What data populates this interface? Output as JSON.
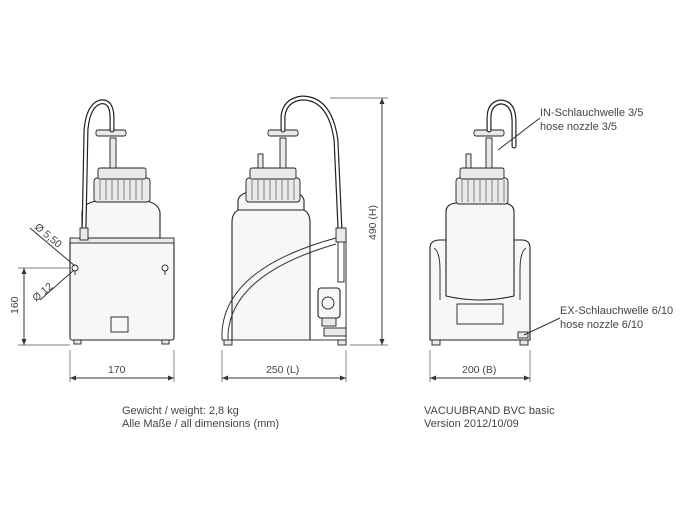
{
  "labels": {
    "in_hose_de": "IN-Schlauchwelle 3/5",
    "in_hose_en": "hose nozzle 3/5",
    "ex_hose_de": "EX-Schlauchwelle 6/10",
    "ex_hose_en": "hose nozzle 6/10"
  },
  "dimensions": {
    "dia_small": "Ø 5,50",
    "dia_large": "Ø 12",
    "left_height": "160",
    "width_170": "170",
    "length_250": "250 (L)",
    "width_200": "200 (B)",
    "height_490": "490 (H)"
  },
  "footer": {
    "weight": "Gewicht / weight: 2,8 kg",
    "dims_note": "Alle Maße / all dimensions (mm)",
    "product": "VACUUBRAND BVC basic",
    "version": "Version 2012/10/09"
  }
}
